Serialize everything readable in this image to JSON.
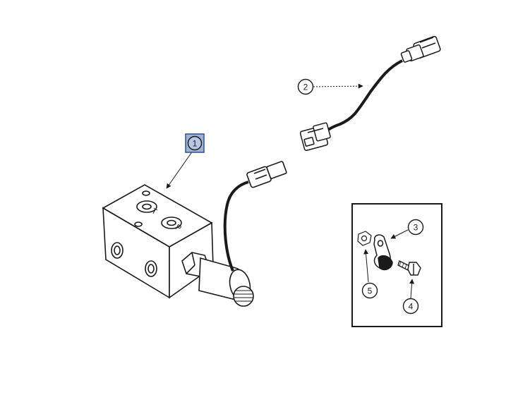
{
  "callouts": [
    {
      "id": "1",
      "label": "1",
      "highlighted": true
    },
    {
      "id": "2",
      "label": "2",
      "highlighted": false
    },
    {
      "id": "3",
      "label": "3",
      "highlighted": false
    },
    {
      "id": "4",
      "label": "4",
      "highlighted": false
    },
    {
      "id": "5",
      "label": "5",
      "highlighted": false
    }
  ],
  "port_labels": {
    "tank": "T",
    "pressure": "P"
  },
  "colors": {
    "line": "#1a1a1a",
    "highlight_fill": "#9fb2d6",
    "highlight_border": "#2f4f8f",
    "background": "#ffffff"
  }
}
